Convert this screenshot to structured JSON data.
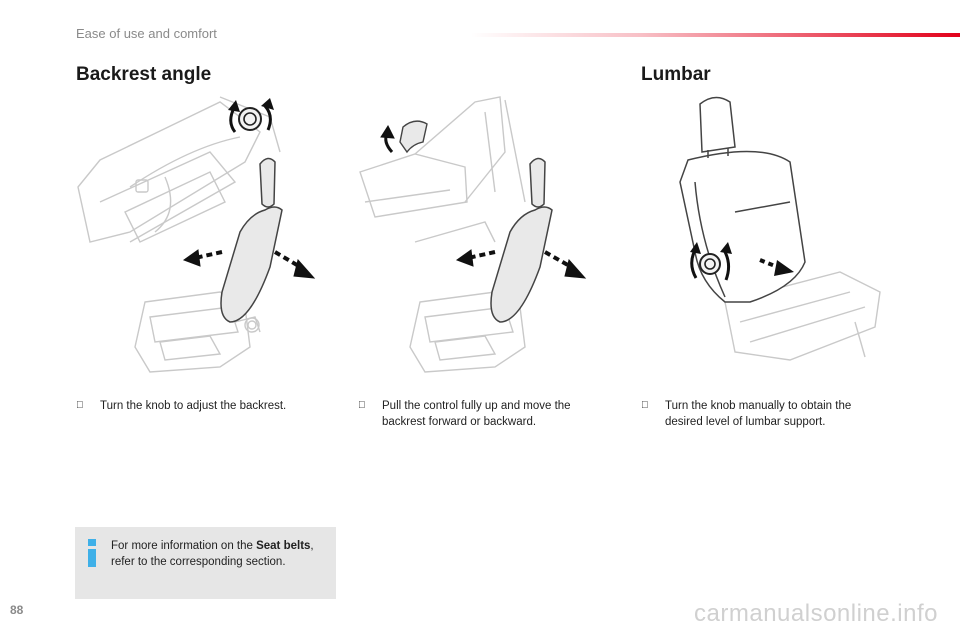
{
  "header": {
    "section": "Ease of use and comfort"
  },
  "sections": {
    "backrest": {
      "title": "Backrest angle"
    },
    "lumbar": {
      "title": "Lumbar"
    }
  },
  "instructions": [
    {
      "symbol": "",
      "text": "Turn the knob to adjust the backrest."
    },
    {
      "symbol": "",
      "text": "Pull the control fully up and move the backrest forward or backward."
    },
    {
      "symbol": "",
      "text": "Turn the knob manually to obtain the desired level of lumbar support."
    }
  ],
  "info": {
    "text_before": "For more information on the ",
    "bold": "Seat belts",
    "text_after": ", refer to the corresponding section."
  },
  "footer": {
    "page_number": "88",
    "watermark": "carmanualsonline.info"
  },
  "colors": {
    "accent": "#e2001a",
    "info_icon": "#3fb0e8",
    "info_box": "#e6e6e6"
  }
}
